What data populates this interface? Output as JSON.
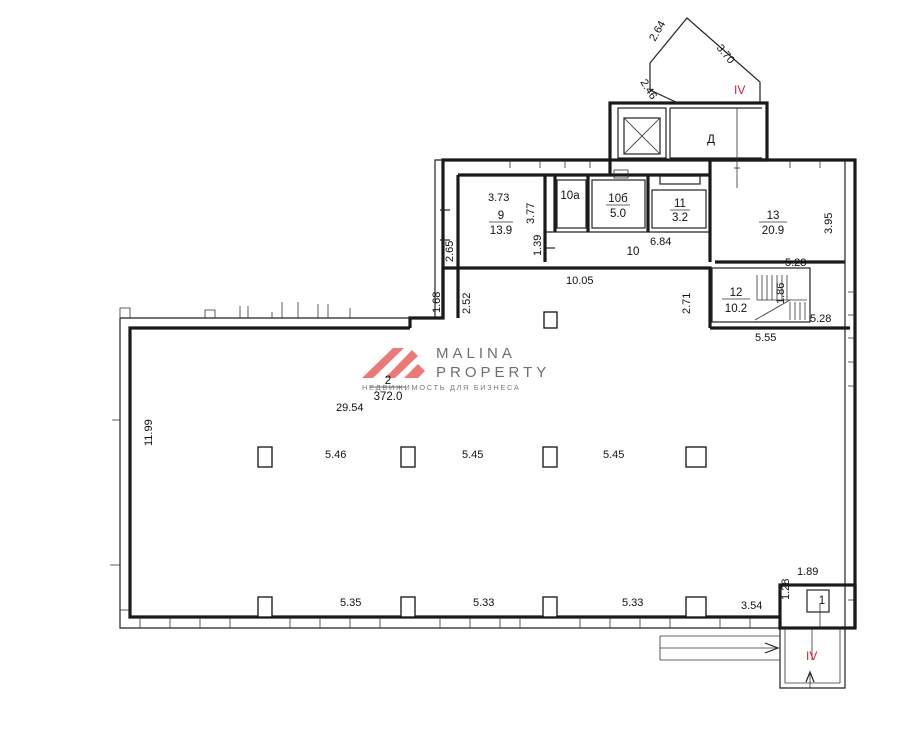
{
  "watermark": {
    "brand_line1": "MALINA",
    "brand_line2": "PROPERTY",
    "tagline": "НЕДВИЖИМОСТЬ ДЛЯ БИЗНЕСА",
    "logo_color": "#e8635f"
  },
  "axis_marks": {
    "top": "IV",
    "bottom": "IV"
  },
  "rooms": {
    "r1": {
      "num": "1"
    },
    "r2": {
      "num": "2",
      "area": "372.0"
    },
    "r9": {
      "num": "9",
      "area": "13.9"
    },
    "r10": {
      "num": "10"
    },
    "r10a": {
      "num": "10а"
    },
    "r10b": {
      "num": "10б",
      "area": "5.0"
    },
    "r11": {
      "num": "11",
      "area": "3.2"
    },
    "r12": {
      "num": "12",
      "area": "10.2"
    },
    "r13": {
      "num": "13",
      "area": "20.9"
    },
    "rD": {
      "num": "Д"
    }
  },
  "dimensions": {
    "d_264": "2.64",
    "d_370": "3.70",
    "d_246": "2.46",
    "d_373": "3.73",
    "d_377": "3.77",
    "d_139": "1.39",
    "d_265": "2.65",
    "d_684": "6.84",
    "d_395": "3.95",
    "d_528a": "5.28",
    "d_528b": "5.28",
    "d_186": "1.86",
    "d_1005": "10.05",
    "d_271": "2.71",
    "d_252": "2.52",
    "d_168": "1.68",
    "d_555": "5.55",
    "d_2954": "29.54",
    "d_1199": "11.99",
    "d_546": "5.46",
    "d_545a": "5.45",
    "d_545b": "5.45",
    "d_535": "5.35",
    "d_533a": "5.33",
    "d_533b": "5.33",
    "d_354": "3.54",
    "d_189": "1.89",
    "d_128": "1.28"
  }
}
